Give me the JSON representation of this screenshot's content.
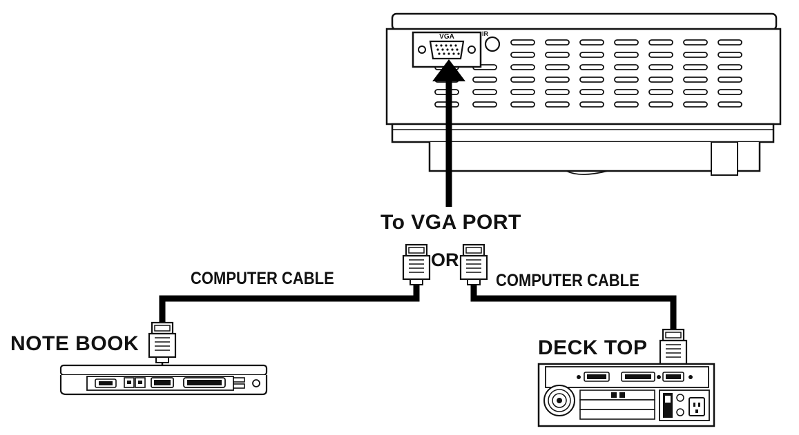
{
  "labels": {
    "vga_port": "To VGA PORT",
    "or": "OR",
    "cable_left": "COMPUTER CABLE",
    "cable_right": "COMPUTER CABLE",
    "notebook": "NOTE BOOK",
    "desktop": "DECK TOP"
  },
  "projector": {
    "vga_label": "VGA",
    "ir_label": "IR"
  },
  "colors": {
    "ink": "#111111",
    "cable": "#000000",
    "background": "#ffffff"
  }
}
